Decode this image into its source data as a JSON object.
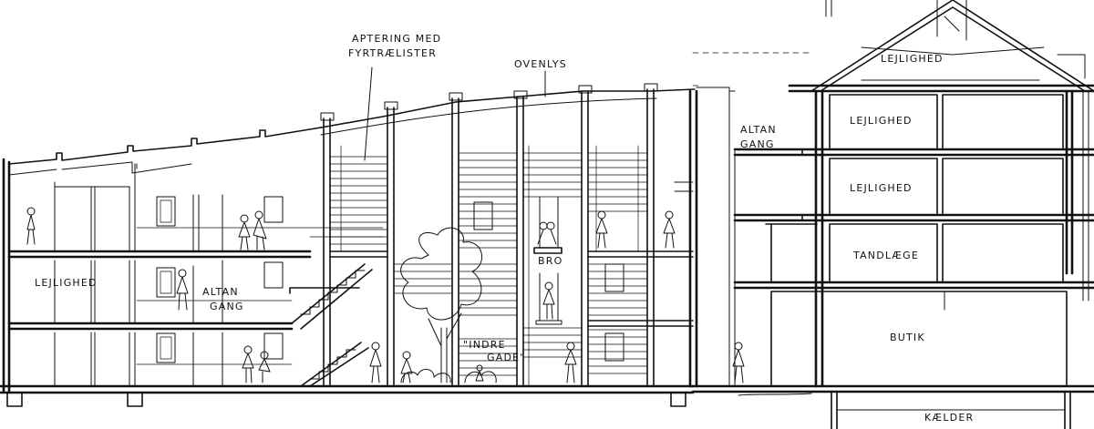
{
  "labels": {
    "aptering_line1": "APTERING MED",
    "aptering_line2": "FYRTRÆLISTER",
    "ovenlys": "OVENLYS",
    "lejlighed_left": "LEJLIGHED",
    "altan_gang_left_1": "ALTAN",
    "altan_gang_left_2": "GANG",
    "bro": "BRO",
    "indre_gade_1": "\"INDRE",
    "indre_gade_2": "GADE\"",
    "altan_gang_right_1": "ALTAN",
    "altan_gang_right_2": "GANG",
    "lejlighed_roof": "LEJLIGHED",
    "lejlighed_r1": "LEJLIGHED",
    "lejlighed_r2": "LEJLIGHED",
    "tandlaege": "TANDLÆGE",
    "butik": "BUTIK",
    "kaelder": "KÆLDER"
  }
}
